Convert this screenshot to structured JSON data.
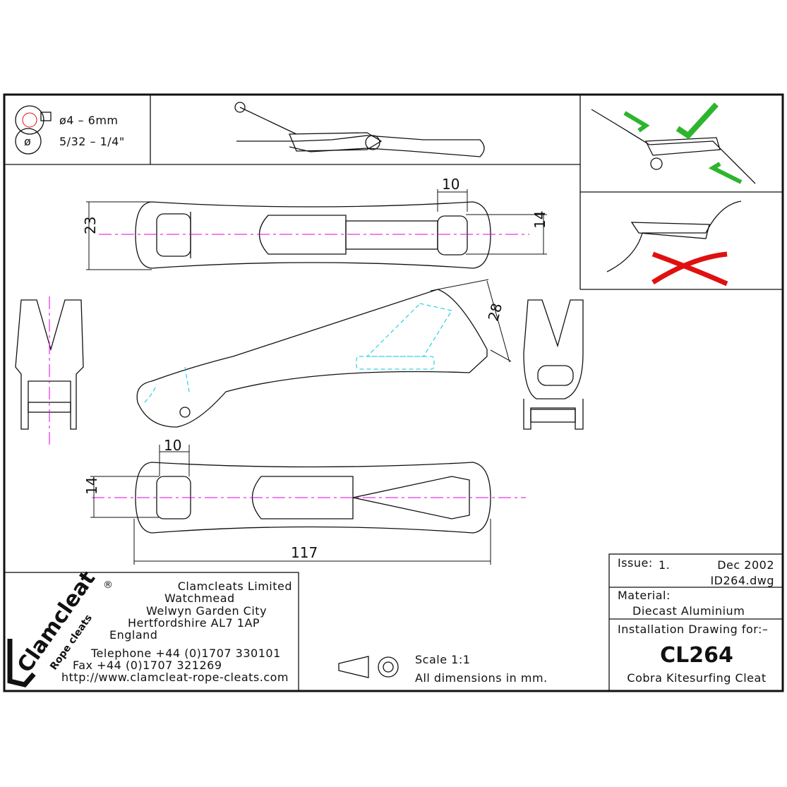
{
  "rope": {
    "diameter_mm": "ø4 – 6mm",
    "diameter_in": "5/32 – 1/4\"",
    "diameter_symbol": "ø"
  },
  "dimensions": {
    "top_height": "23",
    "top_slot_width": "10",
    "top_slot_height": "14",
    "side_height": "28",
    "bottom_slot_width": "10",
    "bottom_slot_height": "14",
    "overall_length": "117"
  },
  "company": {
    "logo_text": "Clamcleat",
    "logo_sub": "Rope cleats",
    "logo_mark": "®",
    "name": "Clamcleats Limited",
    "address1": "Watchmead",
    "address2": "Welwyn Garden City",
    "address3": "Hertfordshire AL7 1AP",
    "country": "England",
    "telephone": "Telephone +44 (0)1707 330101",
    "fax": "Fax +44 (0)1707 321269",
    "url": "http://www.clamcleat-rope-cleats.com"
  },
  "scale": {
    "label": "Scale 1:1",
    "units": "All dimensions in mm."
  },
  "title_block": {
    "issue_label": "Issue:",
    "issue": "1.",
    "date": "Dec 2002",
    "file": "ID264.dwg",
    "material_label": "Material:",
    "material": "Diecast Aluminium",
    "drawing_for": "Installation Drawing for:–",
    "part_number": "CL264",
    "part_name": "Cobra Kitesurfing Cleat"
  },
  "colors": {
    "correct": "#2db52d",
    "wrong": "#e01010",
    "centerline": "#e000e0",
    "hidden": "#00c8d8"
  }
}
